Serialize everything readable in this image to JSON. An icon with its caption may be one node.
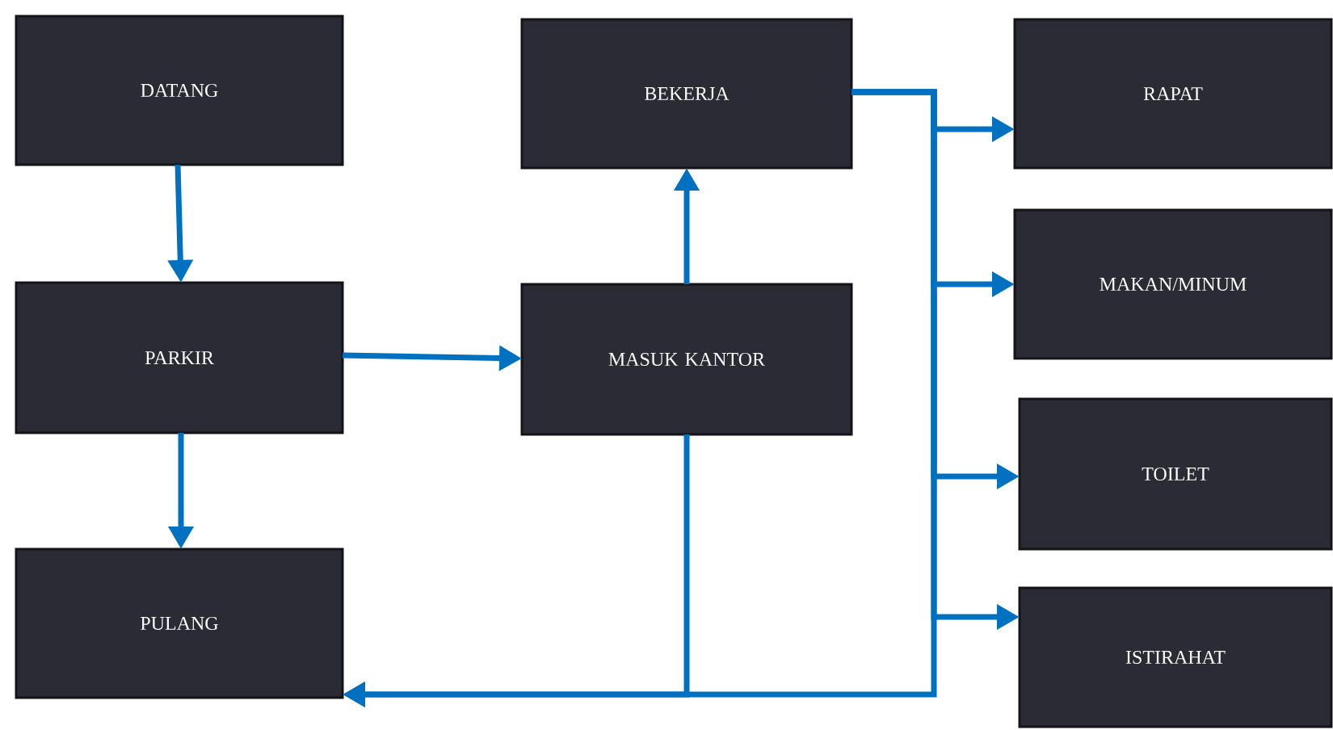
{
  "diagram": {
    "nodes": [
      {
        "text": [
          "DATANG"
        ]
      },
      {
        "text": [
          "PARKIR"
        ]
      },
      {
        "text": [
          "PULANG"
        ]
      },
      {
        "text": [
          "MASUK KANTOR"
        ]
      },
      {
        "text": [
          "BEKERJA"
        ]
      },
      {
        "text": [
          "RAPAT"
        ]
      },
      {
        "text": [
          "MAKAN/MINUM"
        ]
      },
      {
        "text": [
          "TOILET"
        ]
      },
      {
        "text": [
          "ISTIRAHAT"
        ]
      }
    ],
    "edges": [
      {
        "from": 0,
        "to": 1,
        "arrow": "to"
      },
      {
        "from": 1,
        "to": 2,
        "arrow": "to"
      },
      {
        "from": 1,
        "to": 3,
        "arrow": "to"
      },
      {
        "from": 3,
        "to": 4,
        "arrow": "to"
      },
      {
        "from": 4,
        "to": 5,
        "arrow": "to"
      },
      {
        "from": 4,
        "to": 6,
        "arrow": "to"
      },
      {
        "from": 4,
        "to": 7,
        "arrow": "to"
      },
      {
        "from": 4,
        "to": 8,
        "arrow": "to"
      },
      {
        "from": 4,
        "to": 2,
        "arrow": "to"
      },
      {
        "from": 3,
        "to": 2,
        "arrow": "to"
      }
    ]
  }
}
